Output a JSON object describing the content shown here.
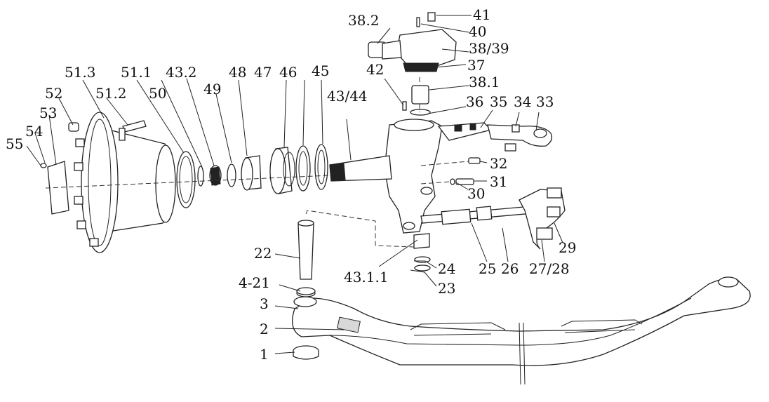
{
  "labels": [
    {
      "id": "p1",
      "text": "1"
    },
    {
      "id": "p2",
      "text": "2"
    },
    {
      "id": "p3",
      "text": "3"
    },
    {
      "id": "p4_21",
      "text": "4-21"
    },
    {
      "id": "p22",
      "text": "22"
    },
    {
      "id": "p23",
      "text": "23"
    },
    {
      "id": "p24",
      "text": "24"
    },
    {
      "id": "p25",
      "text": "25"
    },
    {
      "id": "p26",
      "text": "26"
    },
    {
      "id": "p27_28",
      "text": "27/28"
    },
    {
      "id": "p29",
      "text": "29"
    },
    {
      "id": "p30",
      "text": "30"
    },
    {
      "id": "p31",
      "text": "31"
    },
    {
      "id": "p32",
      "text": "32"
    },
    {
      "id": "p33",
      "text": "33"
    },
    {
      "id": "p34",
      "text": "34"
    },
    {
      "id": "p35",
      "text": "35"
    },
    {
      "id": "p36",
      "text": "36"
    },
    {
      "id": "p37",
      "text": "37"
    },
    {
      "id": "p38_1",
      "text": "38.1"
    },
    {
      "id": "p38_2",
      "text": "38.2"
    },
    {
      "id": "p38_39",
      "text": "38/39"
    },
    {
      "id": "p40",
      "text": "40"
    },
    {
      "id": "p41",
      "text": "41"
    },
    {
      "id": "p42",
      "text": "42"
    },
    {
      "id": "p43_1_1",
      "text": "43.1.1"
    },
    {
      "id": "p43_2",
      "text": "43.2"
    },
    {
      "id": "p43_44",
      "text": "43/44"
    },
    {
      "id": "p45",
      "text": "45"
    },
    {
      "id": "p46",
      "text": "46"
    },
    {
      "id": "p47",
      "text": "47"
    },
    {
      "id": "p48",
      "text": "48"
    },
    {
      "id": "p49",
      "text": "49"
    },
    {
      "id": "p50",
      "text": "50"
    },
    {
      "id": "p51_1",
      "text": "51.1"
    },
    {
      "id": "p51_2",
      "text": "51.2"
    },
    {
      "id": "p51_3",
      "text": "51.3"
    },
    {
      "id": "p52",
      "text": "52"
    },
    {
      "id": "p53",
      "text": "53"
    },
    {
      "id": "p54",
      "text": "54"
    },
    {
      "id": "p55",
      "text": "55"
    }
  ]
}
